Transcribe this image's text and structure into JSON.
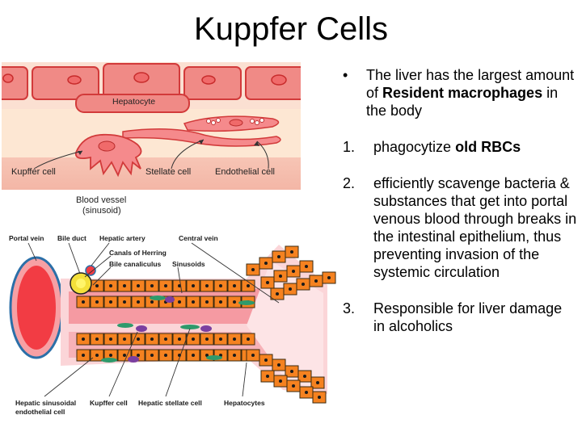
{
  "title": "Kuppfer Cells",
  "figure_top": {
    "labels": {
      "hepatocyte": "Hepatocyte",
      "kupffer": "Kupffer cell",
      "stellate": "Stellate cell",
      "endothelial": "Endothelial cell",
      "vessel_1": "Blood vessel",
      "vessel_2": "(sinusoid)"
    }
  },
  "figure_bottom": {
    "labels": {
      "portal_vein": "Portal vein",
      "bile_duct": "Bile duct",
      "hepatic_artery": "Hepatic artery",
      "central_vein": "Central vein",
      "canals_of_herring": "Canals of Herring",
      "bile_canaliculus": "Bile canaliculus",
      "sinusoids": "Sinusoids",
      "sinusoidal_1": "Hepatic sinusoidal",
      "sinusoidal_2": "endothelial cell",
      "kupffer": "Kupffer cell",
      "stellate": "Hepatic stellate cell",
      "hepatocytes": "Hepatocytes"
    }
  },
  "bullets": {
    "intro_marker": "•",
    "intro_pre": "The liver has the largest amount of ",
    "intro_bold": "Resident macrophages",
    "intro_post": " in the body",
    "items": [
      {
        "marker": "1.",
        "pre": "phagocytize ",
        "bold": "old RBCs",
        "post": ""
      },
      {
        "marker": "2.",
        "pre": "efficiently scavenge bacteria & substances that get into portal venous blood through breaks in the intestinal epithelium, thus preventing invasion of the systemic circulation",
        "bold": "",
        "post": ""
      },
      {
        "marker": "3.",
        "pre": "Responsible for liver damage in alcoholics",
        "bold": "",
        "post": ""
      }
    ]
  },
  "colors": {
    "hepatocyte_fill": "#f08a86",
    "hepatocyte_stroke": "#d23a3a",
    "sinusoid_band": "#fbe2cf",
    "lower_band": "#f7c9b9",
    "kupffer_fill": "#f58a8c",
    "hepatocyte_orange": "#f58220",
    "vessel_red": "#f0303c",
    "cell_green": "#2e9a6b",
    "cell_purple": "#7b3fa0"
  }
}
